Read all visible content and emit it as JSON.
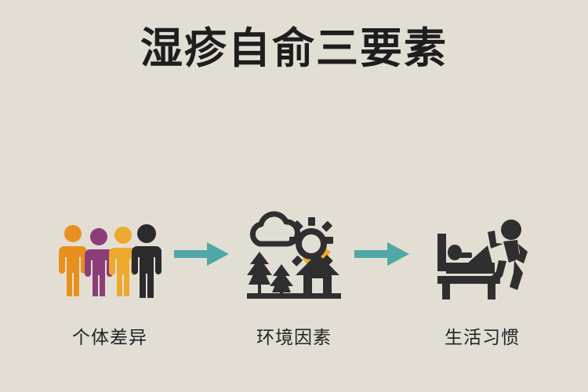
{
  "background_color": "#e3ded4",
  "title": "湿疹自俞三要素",
  "title_color": "#1e1e1e",
  "arrow_color": "#4fa8a6",
  "dark_color": "#2f2f2f",
  "flow": {
    "arrows": [
      {
        "name": "arrow-1",
        "label": "arrow-right-icon"
      },
      {
        "name": "arrow-2",
        "label": "arrow-right-icon"
      }
    ],
    "stages": [
      {
        "key": "people",
        "icon": "people-group-icon",
        "caption": "个体差异",
        "figures": [
          {
            "name": "person-figure-1",
            "color": "#e8901e"
          },
          {
            "name": "person-figure-2",
            "color": "#8b3d7a"
          },
          {
            "name": "person-figure-3",
            "color": "#eda92e"
          },
          {
            "name": "person-figure-4",
            "color": "#2b2b2b"
          }
        ]
      },
      {
        "key": "environment",
        "icon": "environment-icon",
        "caption": "环境因素",
        "parts": {
          "cloud": "cloud-icon",
          "sun": "sun-gear-icon",
          "sun_accent_color": "#eda92e",
          "tree_tall": "pine-tree-icon",
          "tree_short": "pine-tree-icon",
          "house": "house-icon"
        }
      },
      {
        "key": "lifestyle",
        "icon": "lifestyle-icon",
        "caption": "生活习惯",
        "parts": {
          "bed": "bed-sleeping-person-icon",
          "exercise": "walking-person-icon"
        }
      }
    ]
  }
}
